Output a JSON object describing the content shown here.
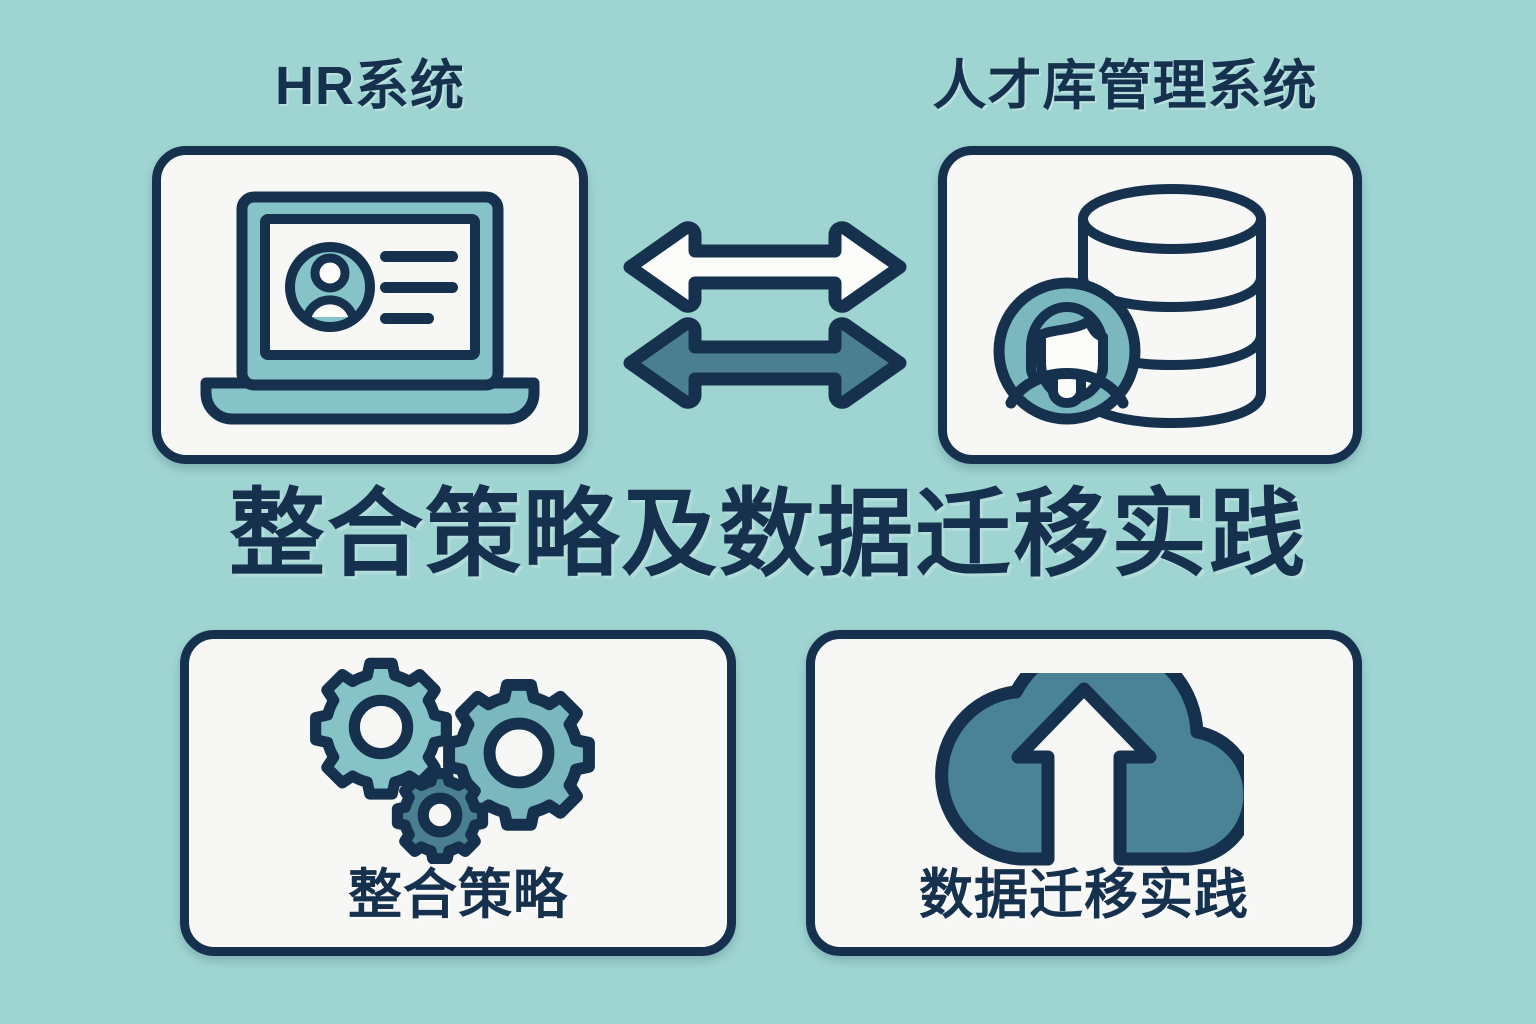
{
  "theme": {
    "background": "#9ED4D1",
    "ink": "#16314E",
    "card_fill": "#F7F8F6",
    "teal_light": "#86C3C6",
    "teal_mid": "#7BB8BE",
    "teal_dark": "#4A7F92",
    "arrow_top_fill": "#FBFBF9",
    "arrow_bottom_fill": "#4A7F92"
  },
  "header": {
    "left_system_label": "HR系统",
    "right_system_label": "人才库管理系统"
  },
  "main": {
    "title": "整合策略及数据迁移实践"
  },
  "systems": {
    "left": {
      "icon_name": "laptop-user-profile-icon",
      "screen_lines": 3
    },
    "right": {
      "icon_name": "database-user-icon",
      "cylinder_bands": 3
    }
  },
  "connector": {
    "icon_name": "bidirectional-arrows",
    "arrows": [
      {
        "name": "sync-arrow-top",
        "direction": "bidirectional",
        "fill": "#FBFBF9"
      },
      {
        "name": "sync-arrow-bottom",
        "direction": "bidirectional",
        "fill": "#4A7F92"
      }
    ]
  },
  "cards": [
    {
      "id": "strategy",
      "icon_name": "gears-icon",
      "caption": "整合策略",
      "gears": [
        {
          "name": "gear-large-left",
          "teeth": 10,
          "fill": "#86C3C6"
        },
        {
          "name": "gear-large-right",
          "teeth": 10,
          "fill": "#7BB8BE"
        },
        {
          "name": "gear-small-center",
          "teeth": 12,
          "fill": "#4A7F92"
        }
      ]
    },
    {
      "id": "migration",
      "icon_name": "cloud-upload-icon",
      "caption": "数据迁移实践",
      "cloud_fill": "#4A8296",
      "arrow_fill": "#F7F8F6"
    }
  ]
}
